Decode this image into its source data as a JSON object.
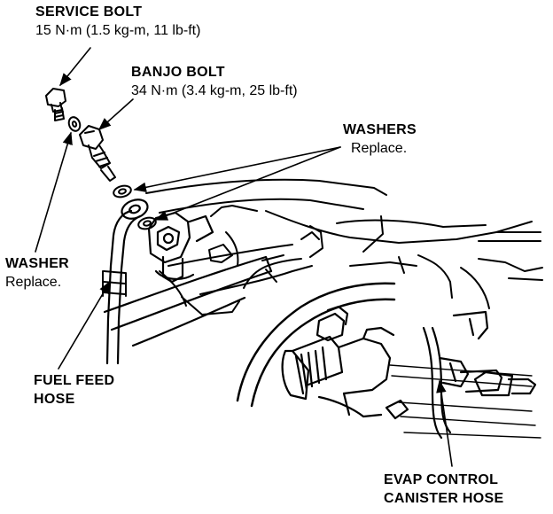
{
  "labels": {
    "service_bolt": {
      "title": "SERVICE BOLT",
      "spec": "15 N·m (1.5 kg-m, 11 lb-ft)"
    },
    "banjo_bolt": {
      "title": "BANJO BOLT",
      "spec": "34 N·m (3.4 kg-m, 25 lb-ft)"
    },
    "washers": {
      "title": "WASHERS",
      "note": "Replace."
    },
    "washer": {
      "title": "WASHER",
      "note": "Replace."
    },
    "fuel_feed_hose": {
      "line1": "FUEL FEED",
      "line2": "HOSE"
    },
    "evap_hose": {
      "line1": "EVAP CONTROL",
      "line2": "CANISTER HOSE"
    }
  },
  "colors": {
    "ink": "#000000",
    "paper": "#ffffff"
  }
}
